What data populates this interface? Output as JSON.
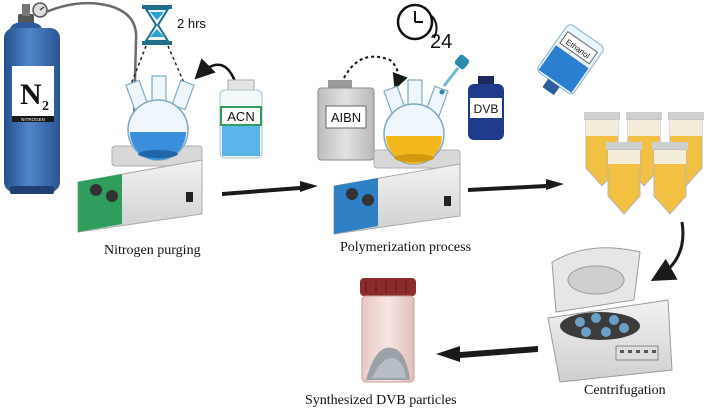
{
  "steps": {
    "purging_caption": "Nitrogen purging",
    "polymerization_caption": "Polymerization process",
    "centrifugation_caption": "Centrifugation",
    "product_caption": "Synthesized DVB particles"
  },
  "labels": {
    "cylinder_symbol": "N",
    "cylinder_subscript": "2",
    "cylinder_band": "NITROGEN",
    "timer_short": "2 hrs",
    "timer_long": "24",
    "acn": "ACN",
    "aibn": "AIBN",
    "dvb": "DVB",
    "ethanol": "Ethanol"
  },
  "colors": {
    "cylinder": "#3d6fb3",
    "acn_liquid": "#5ab4ec",
    "flask_blue": "#3a8fdc",
    "flask_yellow": "#f4b81c",
    "dvb_bottle": "#1f3a8a",
    "tube_liquid": "#f2c042",
    "stirrer_green": "#2f9e5c",
    "stirrer_blue": "#2f7fc4",
    "product_cap": "#8b2b2b",
    "arrow": "#1a1a1a"
  }
}
